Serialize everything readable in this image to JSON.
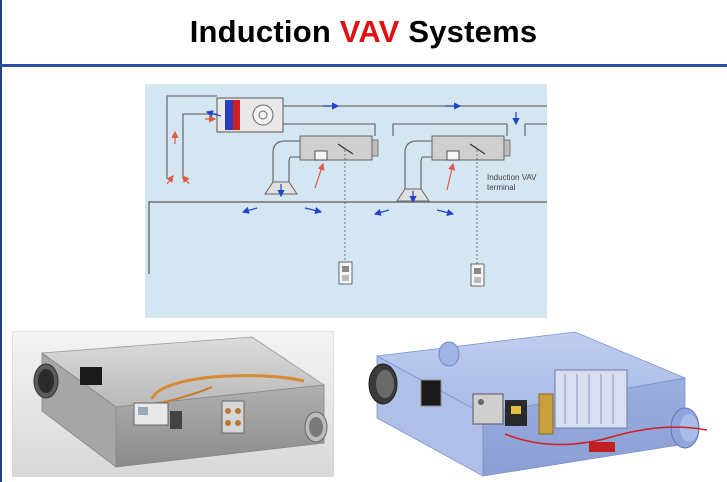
{
  "slide": {
    "title_part1": "Induction ",
    "title_accent": "VAV",
    "title_part2": " Systems"
  },
  "diagram": {
    "label_line1": "Induction VAV",
    "label_line2": "terminal"
  },
  "colors": {
    "title_accent": "#e01010",
    "rule": "#2a4f9f",
    "diagram_bg": "#d4e6f2",
    "duct": "#6a6a6a",
    "arrow_blue": "#2244cc",
    "arrow_red": "#e05a4a"
  }
}
